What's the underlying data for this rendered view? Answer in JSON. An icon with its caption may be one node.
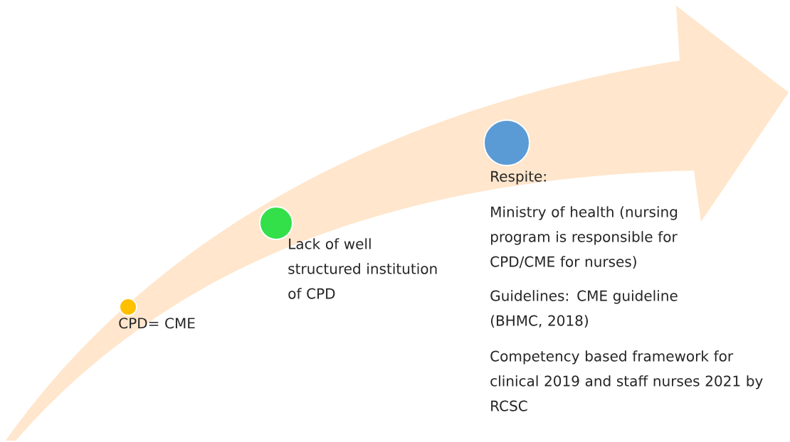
{
  "diagram": {
    "nodes": [
      {
        "text": [],
        "shape": "circle",
        "beside": [
          "CPD= CME"
        ]
      },
      {
        "text": [],
        "shape": "circle",
        "beside": [
          "Lack of well structured institution of CPD"
        ]
      },
      {
        "text": [],
        "shape": "circle",
        "beside": [
          "Respite:",
          "Ministry of health (nursing program is responsible for CPD/CME for nurses)",
          "Guidelines: CME guideline (BHMC, 2018)",
          "Competency based framework for clinical 2019 and staff nurses 2021 by RCSC"
        ]
      }
    ],
    "edges": []
  }
}
